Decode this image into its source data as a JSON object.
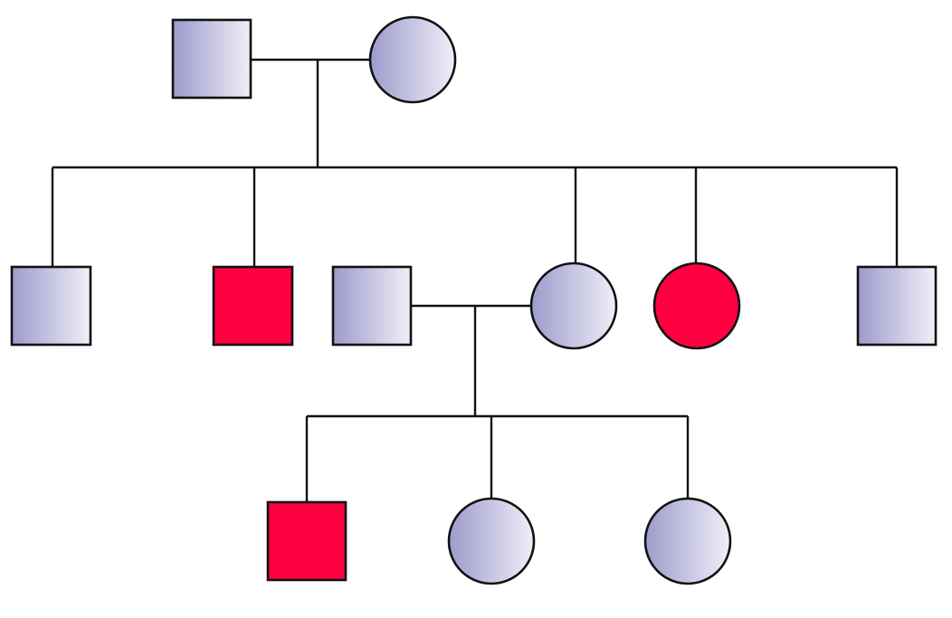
{
  "colors": {
    "unaffected_light": "#f0eff8",
    "unaffected_dark": "#9d9bcc",
    "affected": "#ff0040",
    "outline": "#111111",
    "background": "#ffffff"
  },
  "pedigree": {
    "generations": [
      {
        "members": [
          {
            "id": "g1-father",
            "sex": "male",
            "affected": false
          },
          {
            "id": "g1-mother",
            "sex": "female",
            "affected": false
          }
        ]
      },
      {
        "members": [
          {
            "id": "g2-son-1",
            "sex": "male",
            "affected": false
          },
          {
            "id": "g2-son-2",
            "sex": "male",
            "affected": true
          },
          {
            "id": "g2-spouse",
            "sex": "male",
            "affected": false
          },
          {
            "id": "g2-daughter-1",
            "sex": "female",
            "affected": false
          },
          {
            "id": "g2-daughter-2",
            "sex": "female",
            "affected": true
          },
          {
            "id": "g2-son-3",
            "sex": "male",
            "affected": false
          }
        ]
      },
      {
        "members": [
          {
            "id": "g3-son",
            "sex": "male",
            "affected": true
          },
          {
            "id": "g3-daughter-1",
            "sex": "female",
            "affected": false
          },
          {
            "id": "g3-daughter-2",
            "sex": "female",
            "affected": false
          }
        ]
      }
    ],
    "matings": [
      {
        "partners": [
          "g1-father",
          "g1-mother"
        ],
        "children": [
          "g2-son-1",
          "g2-son-2",
          "g2-daughter-1",
          "g2-daughter-2",
          "g2-son-3"
        ]
      },
      {
        "partners": [
          "g2-spouse",
          "g2-daughter-1"
        ],
        "children": [
          "g3-son",
          "g3-daughter-1",
          "g3-daughter-2"
        ]
      }
    ]
  }
}
